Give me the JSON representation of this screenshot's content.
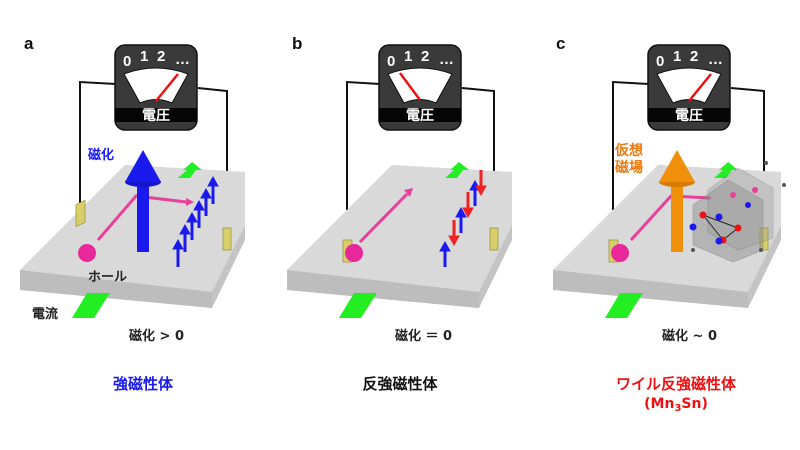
{
  "figure": {
    "panels": [
      {
        "id": "a",
        "label": "a",
        "meter": {
          "scale": [
            "0",
            "1",
            "2",
            "…"
          ],
          "label": "電圧",
          "needle_reading": "high"
        },
        "magnetization_label": "磁化",
        "magnetization_label_color": "#1a1aff",
        "big_arrow_color": "#1a1aee",
        "hole_label": "ホール",
        "current_label": "電流",
        "condition": "磁化 > 0",
        "caption": "強磁性体",
        "caption_color": "#1a1aee"
      },
      {
        "id": "b",
        "label": "b",
        "meter": {
          "scale": [
            "0",
            "1",
            "2",
            "…"
          ],
          "label": "電圧",
          "needle_reading": "zero"
        },
        "condition": "磁化 ＝ 0",
        "caption": "反強磁性体",
        "caption_color": "#111111"
      },
      {
        "id": "c",
        "label": "c",
        "meter": {
          "scale": [
            "0",
            "1",
            "2",
            "…"
          ],
          "label": "電圧",
          "needle_reading": "high"
        },
        "magnetization_label": "仮想",
        "magnetization_label_line2": "磁場",
        "magnetization_label_color": "#e87a10",
        "big_arrow_color": "#f0900a",
        "condition": "磁化 ~ 0",
        "caption": "ワイル反強磁性体",
        "caption_sub_prefix": "(Mn",
        "caption_sub_index": "3",
        "caption_sub_suffix": "Sn)",
        "caption_color": "#ee1111"
      }
    ],
    "colors": {
      "slab": "#d4d4d4",
      "current_arrow": "#22ee22",
      "hole": "#e8289a",
      "hole_path": "#e8409a",
      "spin_up": "#1a1aee",
      "spin_down": "#ee2222",
      "electrode": "#d8cf6a",
      "meter_body": "#3a3a3a",
      "needle": "#ee1111"
    }
  }
}
